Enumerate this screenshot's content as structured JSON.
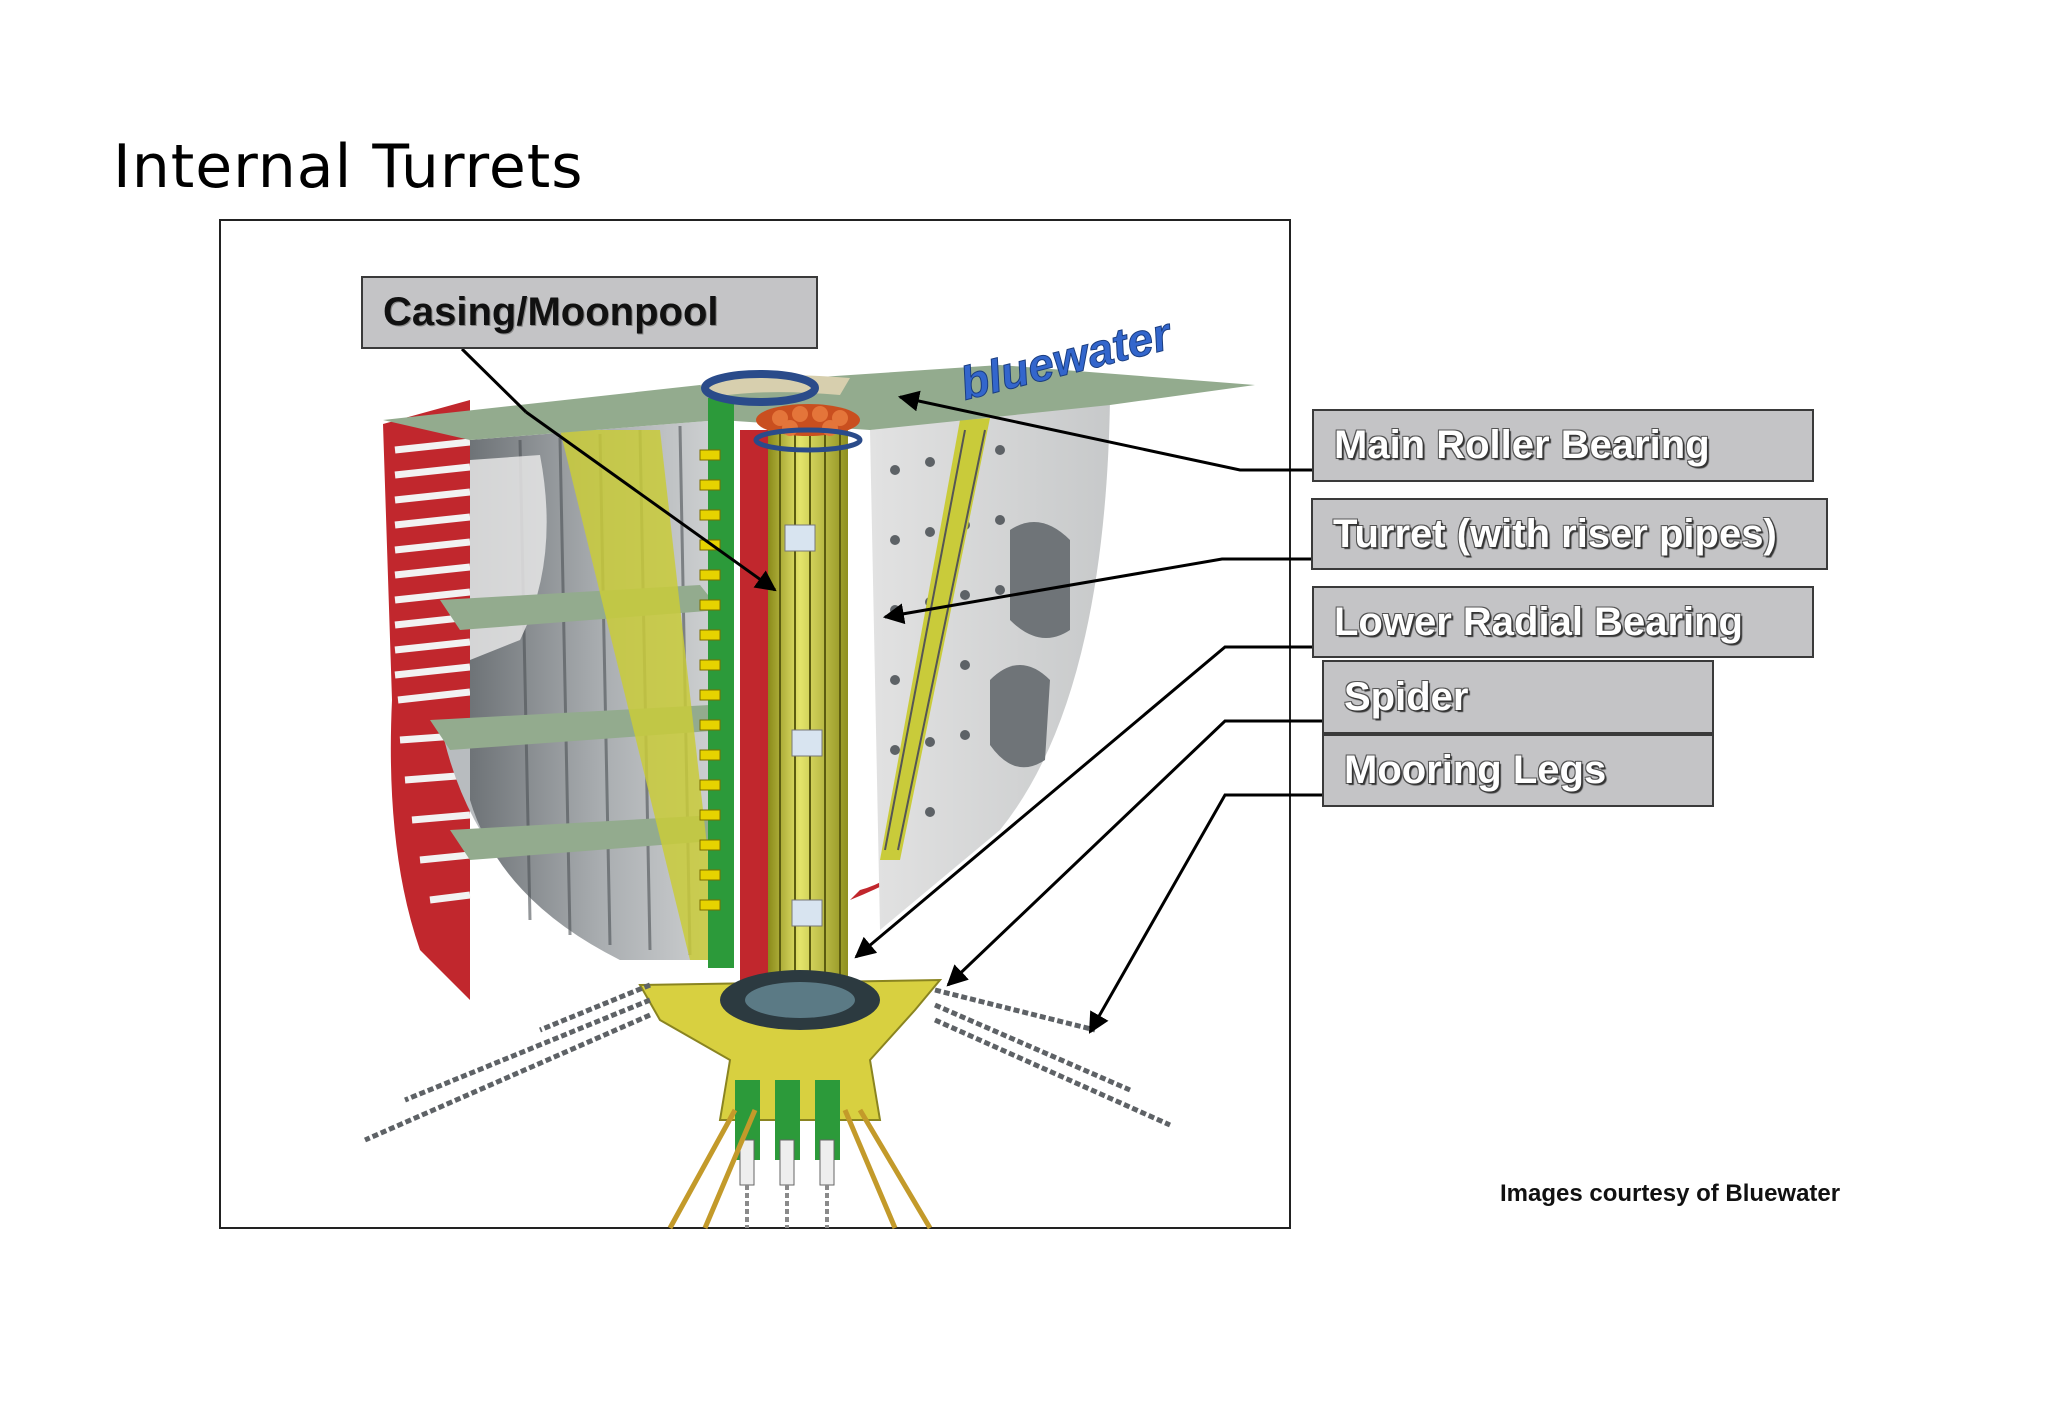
{
  "slide": {
    "title": "Internal Turrets",
    "credit": "Images courtesy of Bluewater"
  },
  "figure": {
    "logo_text": "bluewater",
    "labels": {
      "casing": "Casing/Moonpool",
      "main_roller": "Main Roller Bearing",
      "turret": "Turret (with riser pipes)",
      "lower_radial": "Lower Radial Bearing",
      "spider": "Spider",
      "mooring": "Mooring Legs"
    }
  },
  "colors": {
    "label_fill": "#c4c4c6",
    "hull_red": "#c1272d",
    "deck_green": "#93ab8e",
    "turret_yellow": "#cfd13a",
    "spider_yellow": "#d8d040",
    "logo_blue": "#3366cc"
  }
}
